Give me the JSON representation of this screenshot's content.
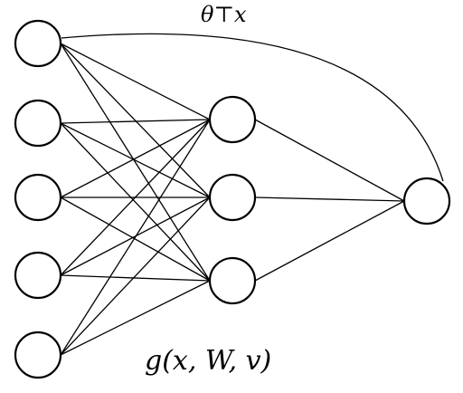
{
  "diagram": {
    "type": "neural-network",
    "layers": [
      {
        "name": "input",
        "count": 5
      },
      {
        "name": "hidden",
        "count": 3
      },
      {
        "name": "output",
        "count": 1
      }
    ],
    "labels": {
      "linear_term": "θ⊤x",
      "network_function": "g(x, W, v)"
    }
  }
}
